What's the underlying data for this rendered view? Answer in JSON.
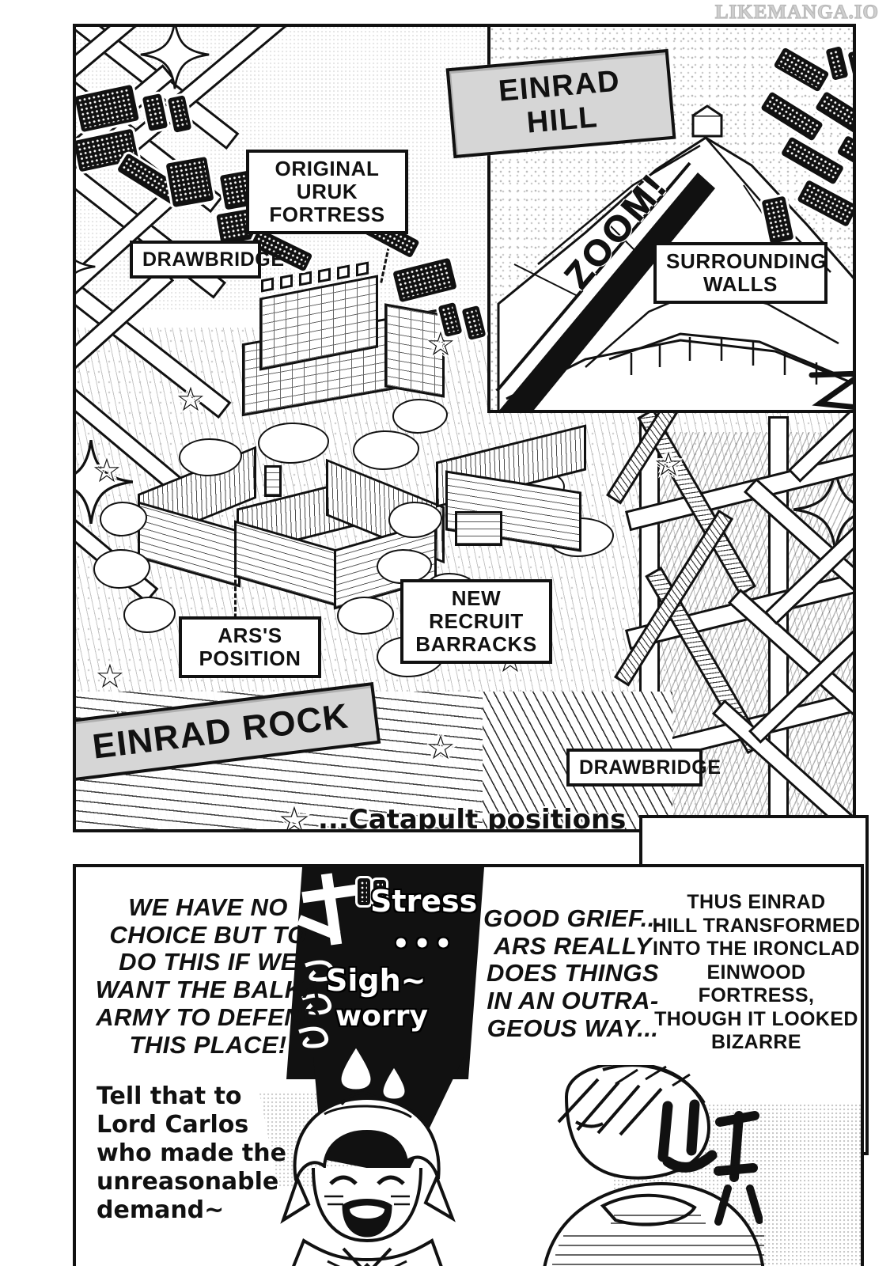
{
  "watermark": "LIKEMANGA.IO",
  "panels": {
    "map": {
      "name": "einrad-fortress-map",
      "labels": [
        {
          "id": "original-uruk-fortress",
          "text": "ORIGINAL\nURUK FORTRESS"
        },
        {
          "id": "drawbridge-top",
          "text": "DRAWBRIDGE"
        },
        {
          "id": "ars-position",
          "text": "ARS'S\nPOSITION"
        },
        {
          "id": "new-recruit-barracks",
          "text": "NEW RECRUIT\nBARRACKS"
        },
        {
          "id": "drawbridge-bottom",
          "text": "DRAWBRIDGE"
        },
        {
          "id": "surrounding-walls",
          "text": "SURROUNDING\nWALLS"
        }
      ],
      "tilted_labels": [
        {
          "id": "einrad-hill",
          "text": "EINRAD HILL"
        },
        {
          "id": "einrad-rock",
          "text": "EINRAD ROCK"
        }
      ],
      "sfx": {
        "zoom": "ZOOM!"
      },
      "legend": {
        "star_glyph": "☆",
        "text": "...Catapult positions"
      }
    },
    "dialogue": {
      "bubble_left": "WE HAVE NO\nCHOICE BUT TO\nDO THIS IF WE\nWANT THE BALKA\nARMY TO DEFEND\nTHIS PLACE!",
      "bubble_left_hand": "Tell that to\nLord Carlos\nwho made the\nunreasonable\ndemand~",
      "sfx_stress": "Stress",
      "sfx_ellipsis": "•••",
      "sfx_sigh": "Sigh~",
      "sfx_worry": "worry",
      "bubble_right": "GOOD GRIEF...\nARS REALLY\nDOES THINGS\nIN AN OUTRA-\nGEOUS WAY...",
      "sfx_kana_left": "た",
      "sfx_kana_right": "パッ"
    },
    "narration": {
      "text": "THUS EINRAD\nHILL TRANSFORMED\nINTO THE IRONCLAD\nEINWOOD FORTRESS,\nTHOUGH IT LOOKED\nBIZARRE"
    }
  },
  "colors": {
    "ink": "#111111",
    "paper": "#ffffff",
    "label_gray": "#d6d6d6",
    "screen_tone": "#8f8f8f"
  }
}
